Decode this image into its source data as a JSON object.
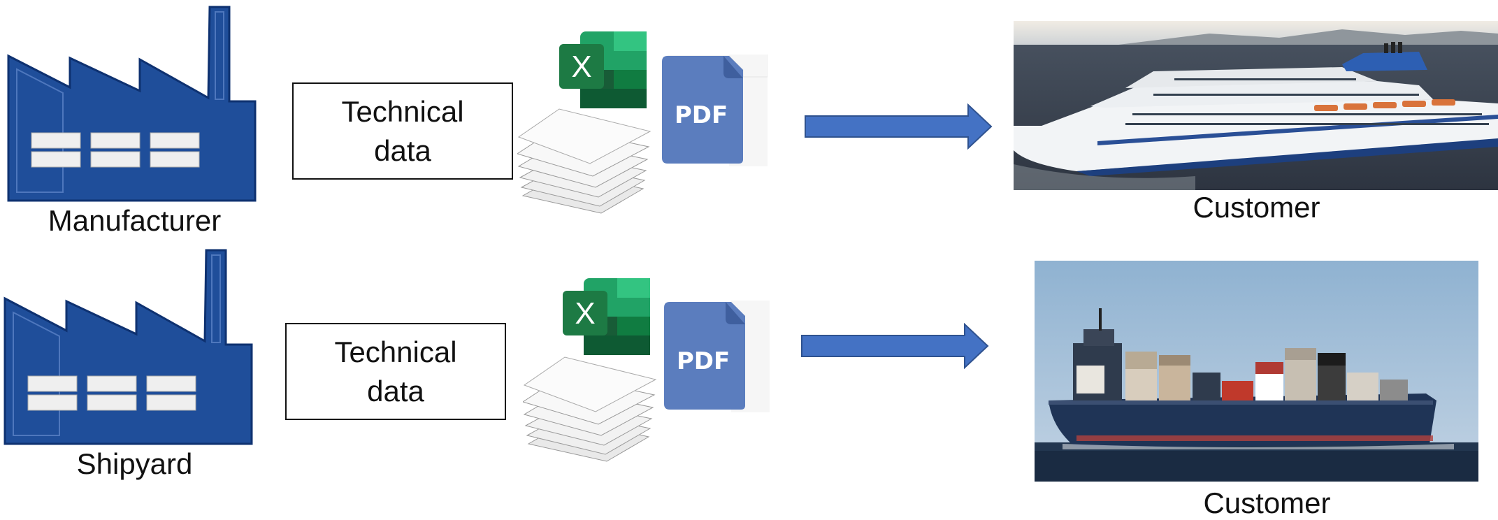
{
  "rows": [
    {
      "source_label": "Manufacturer",
      "box_line1": "Technical",
      "box_line2": "data",
      "excel_letter": "X",
      "pdf_label": "PDF",
      "customer_label": "Customer",
      "customer_picture": "cruise-ship"
    },
    {
      "source_label": "Shipyard",
      "box_line1": "Technical",
      "box_line2": "data",
      "excel_letter": "X",
      "pdf_label": "PDF",
      "customer_label": "Customer",
      "customer_picture": "container-ship"
    }
  ],
  "colors": {
    "factory": "#1F4E9A",
    "arrow": "#4472C4",
    "excel_green": "#1D7A44",
    "pdf_blue": "#5B7DBE"
  },
  "icons": [
    "factory-icon",
    "excel-icon",
    "paper-stack-icon",
    "pdf-file-icon",
    "arrow-right-icon"
  ]
}
